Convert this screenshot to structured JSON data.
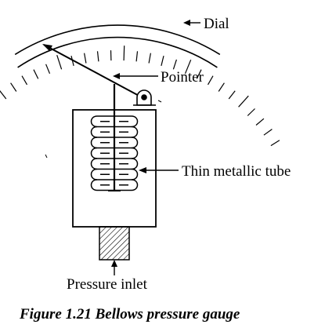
{
  "labels": {
    "dial": "Dial",
    "pointer": "Pointer",
    "tube": "Thin metallic tube",
    "inlet": "Pressure inlet"
  },
  "caption": "Figure 1.21 Bellows pressure gauge"
}
